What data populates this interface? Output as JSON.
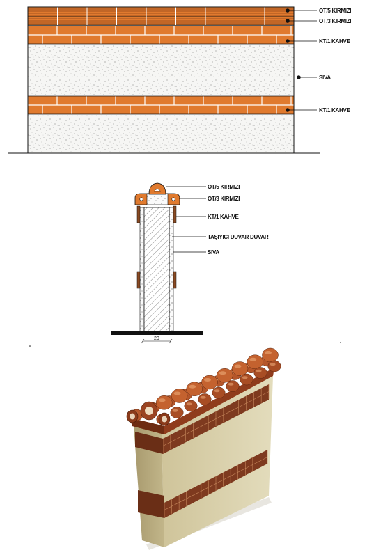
{
  "elevation": {
    "labels": {
      "ot5": "OT/5 KIRMIZI",
      "ot3": "OT/3 KIRMIZI",
      "kt1_top": "KT/1 KAHVE",
      "siva": "SIVA",
      "kt1_bottom": "KT/1 KAHVE"
    }
  },
  "section": {
    "labels": {
      "ot5": "OT/5 KIRMIZI",
      "ot3": "OT/3 KIRMIZI",
      "kt1": "KT/1 KAHVE",
      "wall": "TAŞIYICI DUVAR DUVAR",
      "siva": "SIVA"
    },
    "dimension": "20"
  },
  "colors": {
    "brick_orange": "#e07a2e",
    "brick_dark": "#b5541a",
    "plaster": "#f4f4f2",
    "line": "#111111",
    "render_wall": "#d8cfa8",
    "render_brick": "#8a3a1e"
  }
}
